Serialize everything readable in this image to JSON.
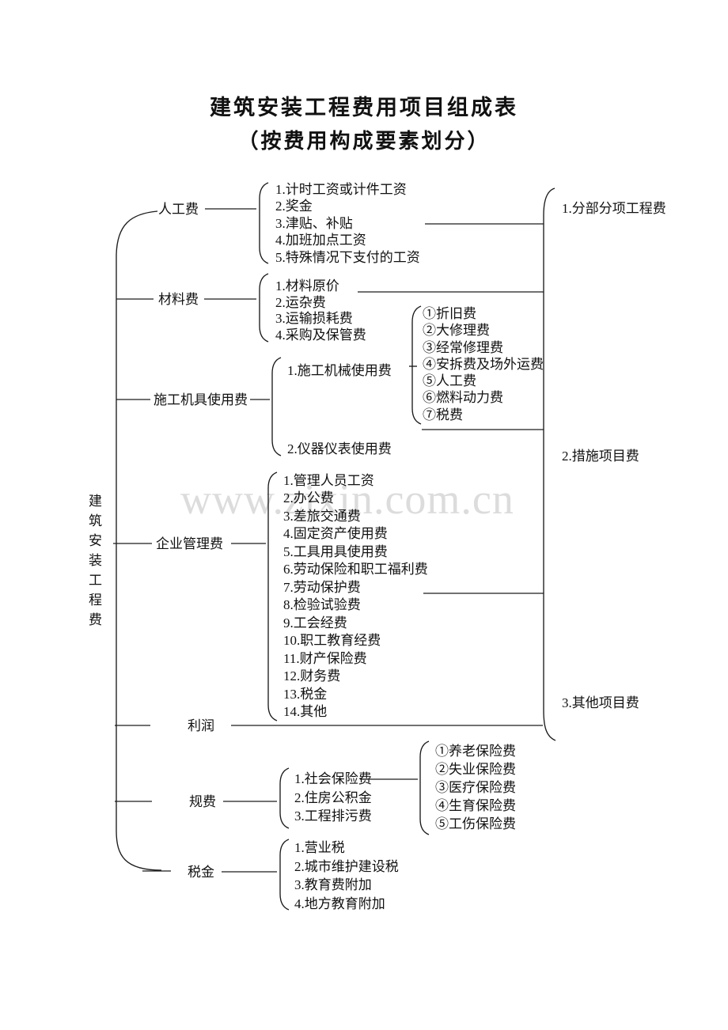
{
  "title": {
    "line1": "建筑安装工程费用项目组成表",
    "line2": "（按费用构成要素划分）"
  },
  "watermark": "www.zixin.com.cn",
  "root": {
    "label": "建筑安装工程费"
  },
  "branches": {
    "labor": {
      "label": "人工费",
      "items": [
        "1.计时工资或计件工资",
        "2.奖金",
        "3.津贴、补贴",
        "4.加班加点工资",
        "5.特殊情况下支付的工资"
      ]
    },
    "material": {
      "label": "材料费",
      "items": [
        "1.材料原价",
        "2.运杂费",
        "3.运输损耗费",
        "4.采购及保管费"
      ]
    },
    "machinery": {
      "label": "施工机具使用费",
      "items": [
        "1.施工机械使用费",
        "2.仪器仪表使用费"
      ],
      "machine_sub": [
        "①折旧费",
        "②大修理费",
        "③经常修理费",
        "④安拆费及场外运费",
        "⑤人工费",
        "⑥燃料动力费",
        "⑦税费"
      ]
    },
    "management": {
      "label": "企业管理费",
      "items": [
        "1.管理人员工资",
        "2.办公费",
        "3.差旅交通费",
        "4.固定资产使用费",
        "5.工具用具使用费",
        "6.劳动保险和职工福利费",
        "7.劳动保护费",
        "8.检验试验费",
        "9.工会经费",
        "10.职工教育经费",
        "11.财产保险费",
        "12.财务费",
        "13.税金",
        "14.其他"
      ]
    },
    "profit": {
      "label": "利润"
    },
    "fees": {
      "label": "规费",
      "items": [
        "1.社会保险费",
        "2.住房公积金",
        "3.工程排污费"
      ],
      "social_sub": [
        "①养老保险费",
        "②失业保险费",
        "③医疗保险费",
        "④生育保险费",
        "⑤工伤保险费"
      ]
    },
    "tax": {
      "label": "税金",
      "items": [
        "1.营业税",
        "2.城市维护建设税",
        "3.教育费附加",
        "4.地方教育附加"
      ]
    }
  },
  "right_labels": [
    "1.分部分项工程费",
    "2.措施项目费",
    "3.其他项目费"
  ]
}
